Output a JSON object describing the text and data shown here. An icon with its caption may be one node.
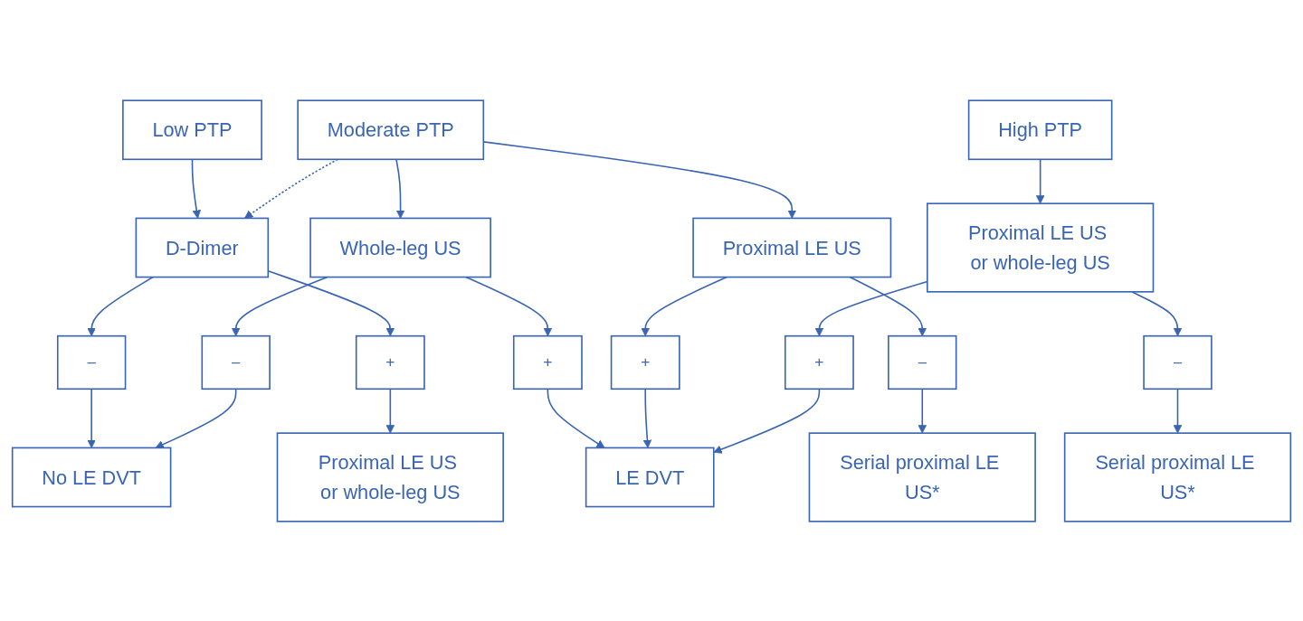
{
  "diagram": {
    "nodes": [
      {
        "text": [
          "Low PTP"
        ]
      },
      {
        "text": [
          "Moderate PTP"
        ]
      },
      {
        "text": [
          "High PTP"
        ]
      },
      {
        "text": [
          "D-Dimer"
        ]
      },
      {
        "text": [
          "Whole-leg US"
        ]
      },
      {
        "text": [
          "Proximal LE US"
        ]
      },
      {
        "text": [
          "Proximal LE US or whole-leg US"
        ]
      },
      {
        "text": [
          "–"
        ]
      },
      {
        "text": [
          "+"
        ]
      },
      {
        "text": [
          "–"
        ]
      },
      {
        "text": [
          "+"
        ]
      },
      {
        "text": [
          "–"
        ]
      },
      {
        "text": [
          "+"
        ]
      },
      {
        "text": [
          "–"
        ]
      },
      {
        "text": [
          "+"
        ]
      },
      {
        "text": [
          "Proximal LE US or whole-leg US"
        ]
      },
      {
        "text": [
          "Serial proximal LE US*"
        ]
      },
      {
        "text": [
          "Serial proximal LE US*"
        ]
      },
      {
        "text": [
          "No LE DVT"
        ]
      },
      {
        "text": [
          "LE DVT"
        ]
      }
    ],
    "edges": [
      {
        "from": 0,
        "to": 3,
        "arrow": "to"
      },
      {
        "from": 1,
        "to": 3,
        "arrow": "to",
        "style": "dashed"
      },
      {
        "from": 1,
        "to": 4,
        "arrow": "to"
      },
      {
        "from": 1,
        "to": 5,
        "arrow": "to"
      },
      {
        "from": 2,
        "to": 6,
        "arrow": "to"
      },
      {
        "from": 3,
        "to": 7,
        "arrow": "to"
      },
      {
        "from": 3,
        "to": 8,
        "arrow": "to"
      },
      {
        "from": 4,
        "to": 9,
        "arrow": "to"
      },
      {
        "from": 4,
        "to": 10,
        "arrow": "to"
      },
      {
        "from": 5,
        "to": 11,
        "arrow": "to"
      },
      {
        "from": 5,
        "to": 12,
        "arrow": "to"
      },
      {
        "from": 6,
        "to": 13,
        "arrow": "to"
      },
      {
        "from": 6,
        "to": 14,
        "arrow": "to"
      },
      {
        "from": 8,
        "to": 15,
        "arrow": "to"
      },
      {
        "from": 11,
        "to": 16,
        "arrow": "to"
      },
      {
        "from": 13,
        "to": 17,
        "arrow": "to"
      },
      {
        "from": 7,
        "to": 18,
        "arrow": "to"
      },
      {
        "from": 9,
        "to": 18,
        "arrow": "to"
      },
      {
        "from": 10,
        "to": 19,
        "arrow": "to"
      },
      {
        "from": 12,
        "to": 19,
        "arrow": "to"
      },
      {
        "from": 14,
        "to": 19,
        "arrow": "to"
      }
    ]
  }
}
